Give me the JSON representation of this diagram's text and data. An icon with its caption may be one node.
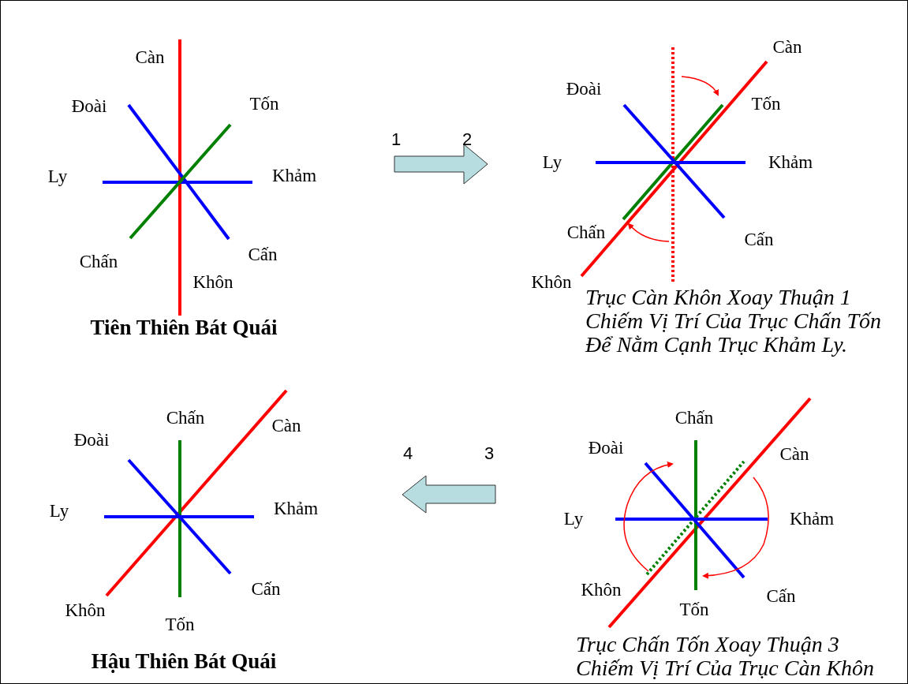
{
  "diagram": {
    "labels": [
      "Càn",
      "Đoài",
      "Tốn",
      "Ly",
      "Khảm",
      "Chấn",
      "Cấn",
      "Khôn",
      "Tiên Thiên Bát Quái",
      "1",
      "2",
      "Càn",
      "Đoài",
      "Tốn",
      "Ly",
      "Khảm",
      "Chấn",
      "Cấn",
      "Khôn",
      "Trục Càn Khôn Xoay Thuận 1 Chiếm Vị Trí Của Trục Chấn Tốn Để Nằm Cạnh Trục Khảm Ly.",
      "Chấn",
      "Đoài",
      "Càn",
      "Ly",
      "Khảm",
      "Cấn",
      "Khôn",
      "Tốn",
      "Hậu Thiên Bát Quái",
      "4",
      "3",
      "Chấn",
      "Đoài",
      "Càn",
      "Ly",
      "Khảm",
      "Khôn",
      "Cấn",
      "Tốn",
      "Trục Chấn Tốn Xoay Thuận 3 Chiếm Vị Trí Của Trục Càn Khôn"
    ]
  }
}
